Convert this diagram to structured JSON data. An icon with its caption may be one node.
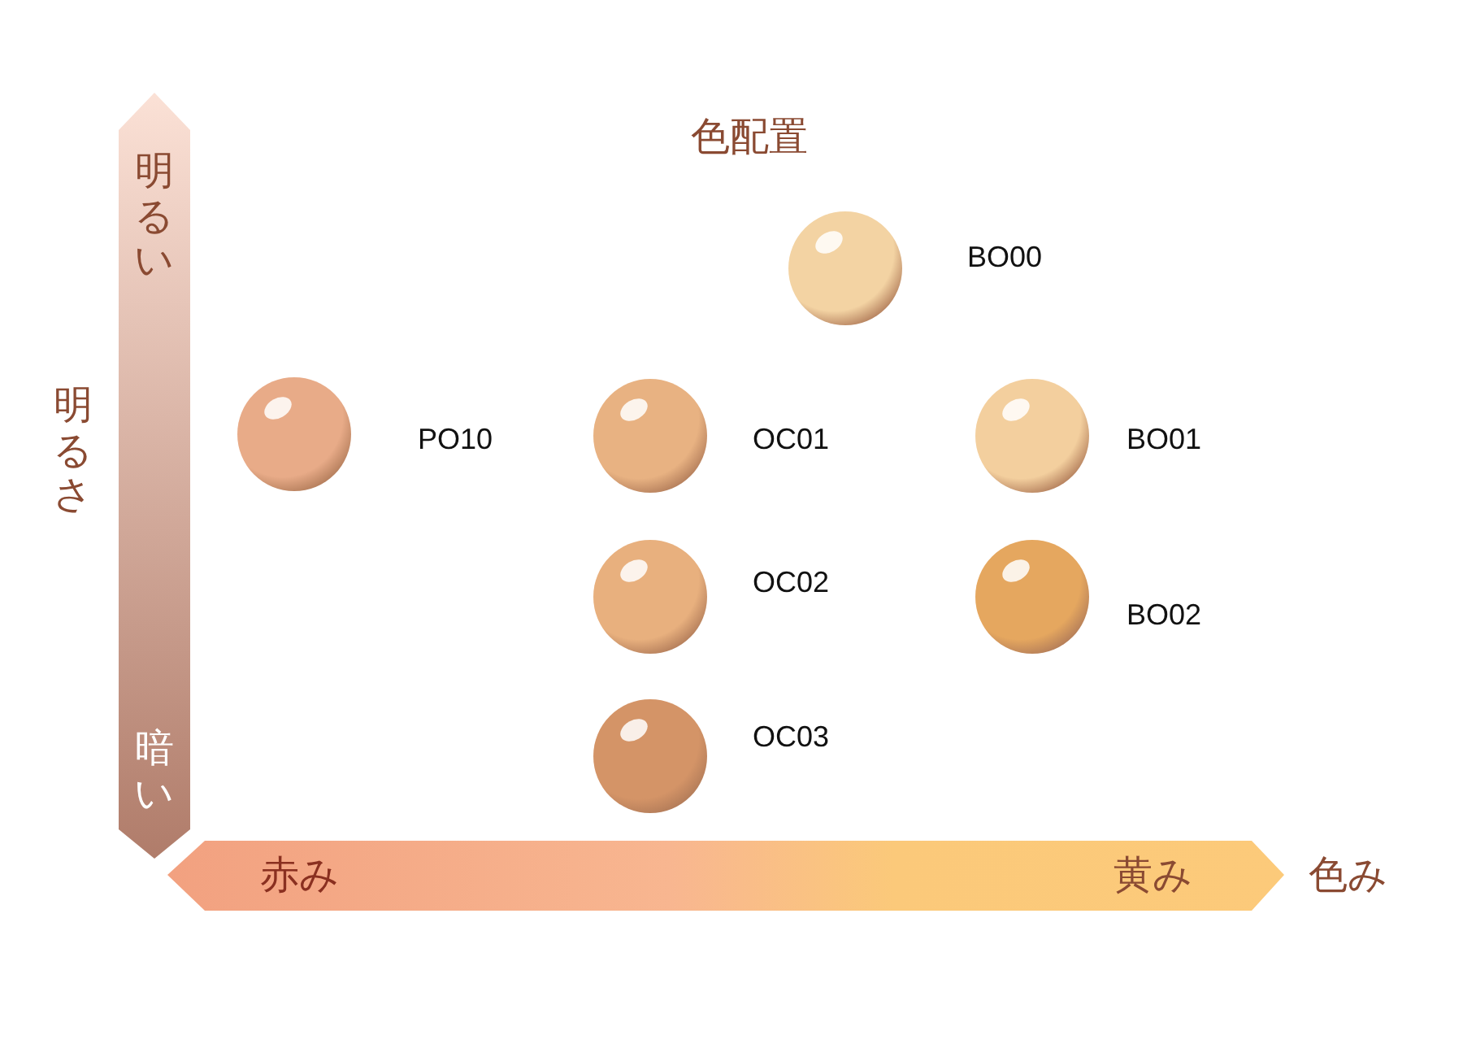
{
  "diagram": {
    "title": "色配置",
    "nodes": [
      {
        "text": [],
        "shape": "circle",
        "beside": [
          "BO00"
        ]
      },
      {
        "text": [],
        "shape": "circle",
        "beside": [
          "PO10"
        ]
      },
      {
        "text": [],
        "shape": "circle",
        "beside": [
          "OC01"
        ]
      },
      {
        "text": [],
        "shape": "circle",
        "beside": [
          "BO01"
        ]
      },
      {
        "text": [],
        "shape": "circle",
        "beside": [
          "OC02"
        ]
      },
      {
        "text": [],
        "shape": "circle",
        "beside": [
          "BO02"
        ]
      },
      {
        "text": [],
        "shape": "circle",
        "beside": [
          "OC03"
        ]
      }
    ],
    "edges": [],
    "labels": [
      "明るい",
      "明るさ",
      "暗い",
      "赤み",
      "黄み",
      "色み"
    ]
  }
}
